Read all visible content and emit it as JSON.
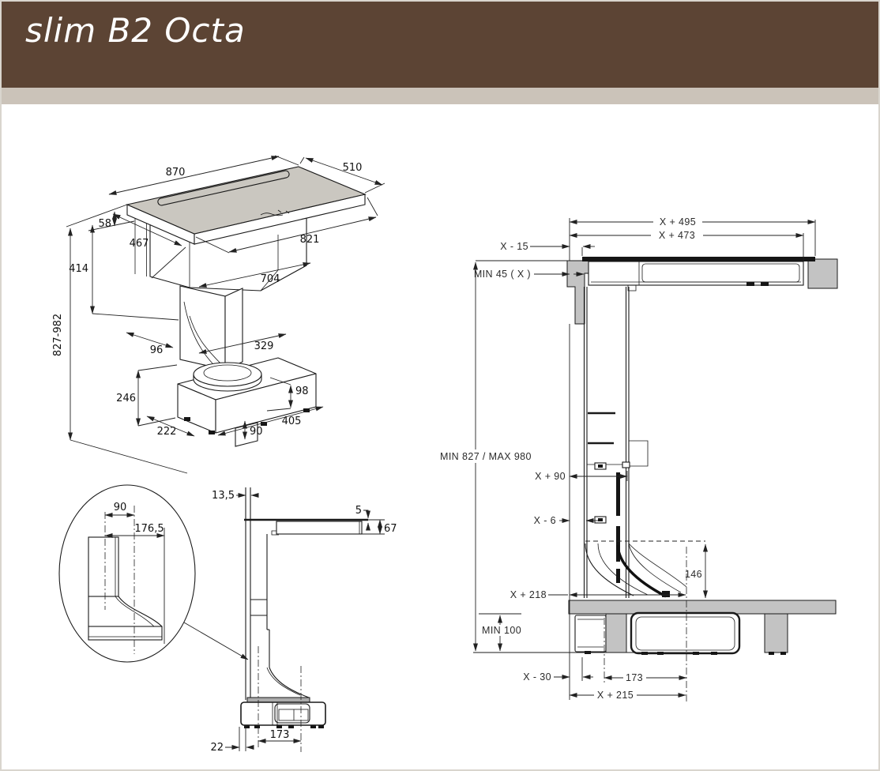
{
  "colors": {
    "header-bg": "#5c4434",
    "strip-bg": "#cbc3b9",
    "page-bg": "#ffffff",
    "line": "#1a1a1a",
    "glass-fill": "#cac7c0",
    "gray-fill": "#c3c3c3"
  },
  "header": {
    "title": "slim B2 Octa"
  },
  "iso": {
    "d870": "870",
    "d510": "510",
    "d58": "58",
    "d467": "467",
    "d821": "821",
    "d414": "414",
    "d704": "704",
    "d827_982": "827-982",
    "d96": "96",
    "d329": "329",
    "d246": "246",
    "d98": "98",
    "d405": "405",
    "d222": "222",
    "d90": "90"
  },
  "side": {
    "d13_5": "13,5",
    "d5": "5",
    "d67": "67",
    "d90": "90",
    "d176_5": "176,5",
    "d173": "173",
    "d22": "22"
  },
  "install": {
    "x495": "X + 495",
    "x473": "X + 473",
    "xm15": "X - 15",
    "min45": "MIN  45 ( X )",
    "range": "MIN 827 / MAX 980",
    "x90": "X + 90",
    "xm6": "X - 6",
    "d146": "146",
    "x218": "X + 218",
    "min100": "MIN 100",
    "xm30": "X - 30",
    "d173": "173",
    "x215": "X + 215"
  }
}
